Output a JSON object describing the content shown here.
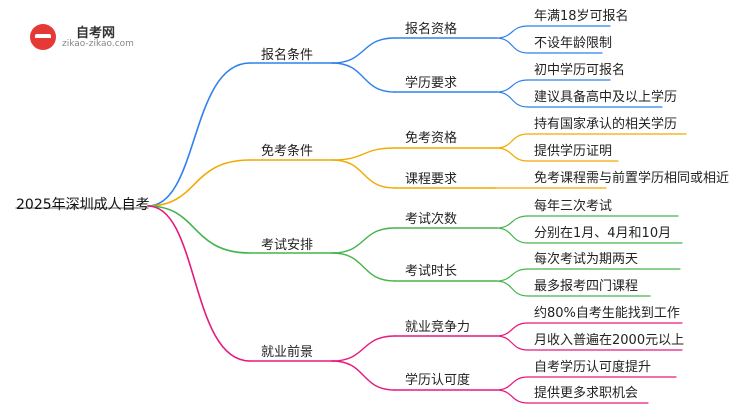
{
  "logo": {
    "name": "自考网",
    "url": "zikao-zikao.com"
  },
  "root": "2025年深圳成人自考",
  "colors": {
    "line": "#999999",
    "c0": "#2f80ed",
    "c1": "#f2a900",
    "c2": "#43b54a",
    "c3": "#e6197e"
  },
  "branches": [
    {
      "label": "报名条件",
      "color": "c0",
      "children": [
        {
          "label": "报名资格",
          "leaves": [
            "年满18岁可报名",
            "不设年龄限制"
          ]
        },
        {
          "label": "学历要求",
          "leaves": [
            "初中学历可报名",
            "建议具备高中及以上学历"
          ]
        }
      ]
    },
    {
      "label": "免考条件",
      "color": "c1",
      "children": [
        {
          "label": "免考资格",
          "leaves": [
            "持有国家承认的相关学历",
            "提供学历证明"
          ]
        },
        {
          "label": "课程要求",
          "leaves": [
            "免考课程需与前置学历相同或相近"
          ]
        }
      ]
    },
    {
      "label": "考试安排",
      "color": "c2",
      "children": [
        {
          "label": "考试次数",
          "leaves": [
            "每年三次考试",
            "分别在1月、4月和10月"
          ]
        },
        {
          "label": "考试时长",
          "leaves": [
            "每次考试为期两天",
            "最多报考四门课程"
          ]
        }
      ]
    },
    {
      "label": "就业前景",
      "color": "c3",
      "children": [
        {
          "label": "就业竞争力",
          "leaves": [
            "约80%自考生能找到工作",
            "月收入普遍在2000元以上"
          ]
        },
        {
          "label": "学历认可度",
          "leaves": [
            "自考学历认可度提升",
            "提供更多求职机会"
          ]
        }
      ]
    }
  ]
}
